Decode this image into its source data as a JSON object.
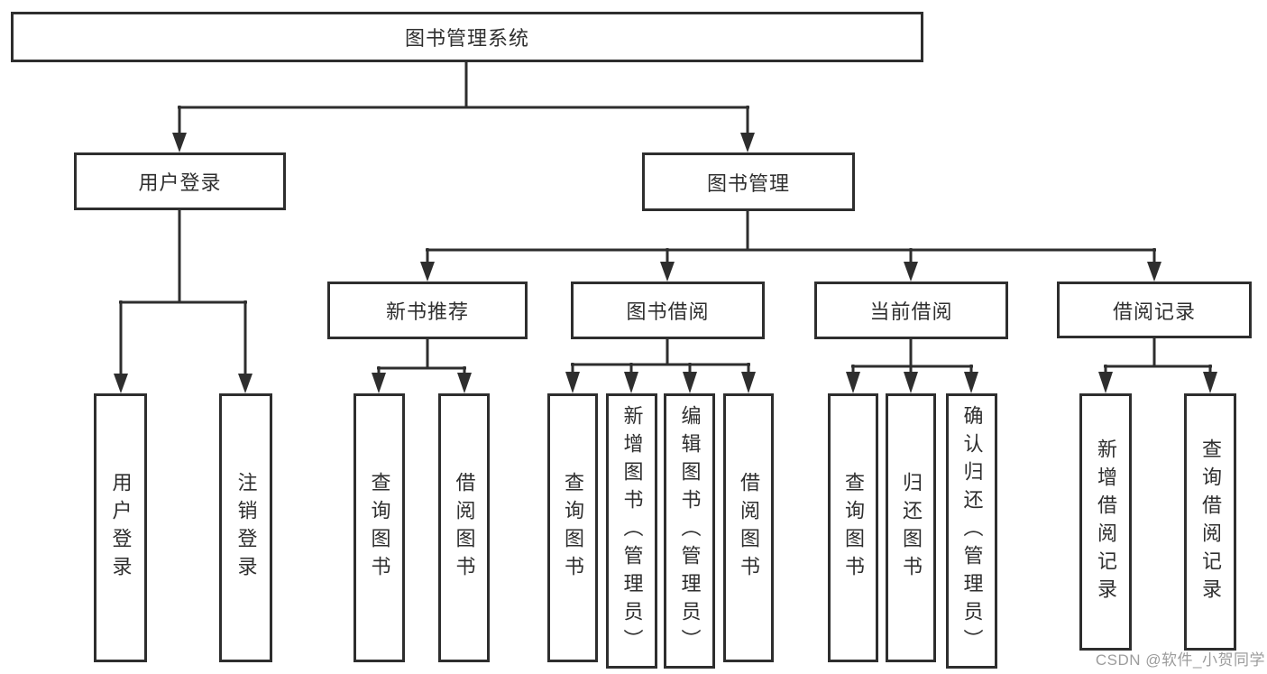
{
  "root": {
    "label": "图书管理系统"
  },
  "branches": {
    "user_login": {
      "label": "用户登录",
      "children": [
        "用户登录",
        "注销登录"
      ]
    },
    "book_management": {
      "label": "图书管理",
      "sections": {
        "new_book_recommend": {
          "label": "新书推荐",
          "children": [
            "查询图书",
            "借阅图书"
          ]
        },
        "book_borrow": {
          "label": "图书借阅",
          "children": [
            "查询图书",
            "新增图书（管理员）",
            "编辑图书（管理员）",
            "借阅图书"
          ]
        },
        "current_borrow": {
          "label": "当前借阅",
          "children": [
            "查询图书",
            "归还图书",
            "确认归还（管理员）"
          ]
        },
        "borrow_records": {
          "label": "借阅记录",
          "children": [
            "新增借阅记录",
            "查询借阅记录"
          ]
        }
      }
    }
  },
  "watermark": "CSDN @软件_小贺同学",
  "colors": {
    "line": "#2e2e2e",
    "text": "#2f2f2f",
    "background": "#ffffff",
    "watermark": "#9c9c9c"
  }
}
